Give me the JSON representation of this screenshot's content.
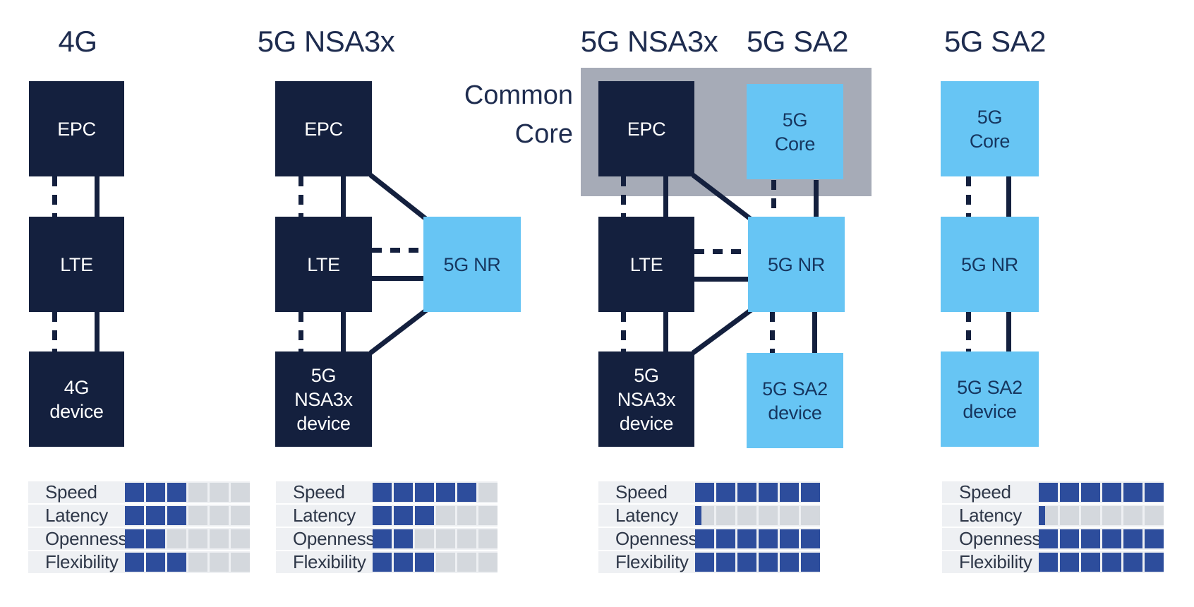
{
  "figure": {
    "common_core_label": "Common\nCore",
    "rating_labels": [
      "Speed",
      "Latency",
      "Openness",
      "Flexibility"
    ],
    "rating_max": 6,
    "columns": [
      {
        "title": "4G",
        "boxes": {
          "core": "EPC",
          "radio": "LTE",
          "device": "4G\ndevice"
        },
        "ratings": [
          3,
          3,
          2,
          3
        ]
      },
      {
        "title": "5G NSA3x",
        "boxes": {
          "core": "EPC",
          "radio": "LTE",
          "nr": "5G NR",
          "device": "5G\nNSA3x\ndevice"
        },
        "ratings": [
          5,
          3,
          2,
          3
        ]
      },
      {
        "title_nsa": "5G NSA3x",
        "title_sa": "5G SA2",
        "boxes": {
          "core": "EPC",
          "core5g": "5G\nCore",
          "radio": "LTE",
          "nr": "5G NR",
          "device_nsa": "5G\nNSA3x\ndevice",
          "device_sa": "5G SA2\ndevice"
        },
        "ratings": [
          6,
          0.35,
          6,
          6
        ]
      },
      {
        "title": "5G SA2",
        "boxes": {
          "core5g": "5G\nCore",
          "nr": "5G NR",
          "device_sa": "5G SA2\ndevice"
        },
        "ratings": [
          6,
          0.35,
          6,
          6
        ]
      }
    ],
    "colors": {
      "box-dark": "#14203e",
      "box-light": "#67c5f4",
      "band-gray": "#a6abb7",
      "bar-blue": "#2d4d9c",
      "bar-gray": "#d4d8dd",
      "row-bg": "#eef0f3",
      "title-text": "#1e2c4f",
      "light-box-text": "#16365f",
      "label-text": "#2e3748",
      "line": "#14203e"
    }
  }
}
